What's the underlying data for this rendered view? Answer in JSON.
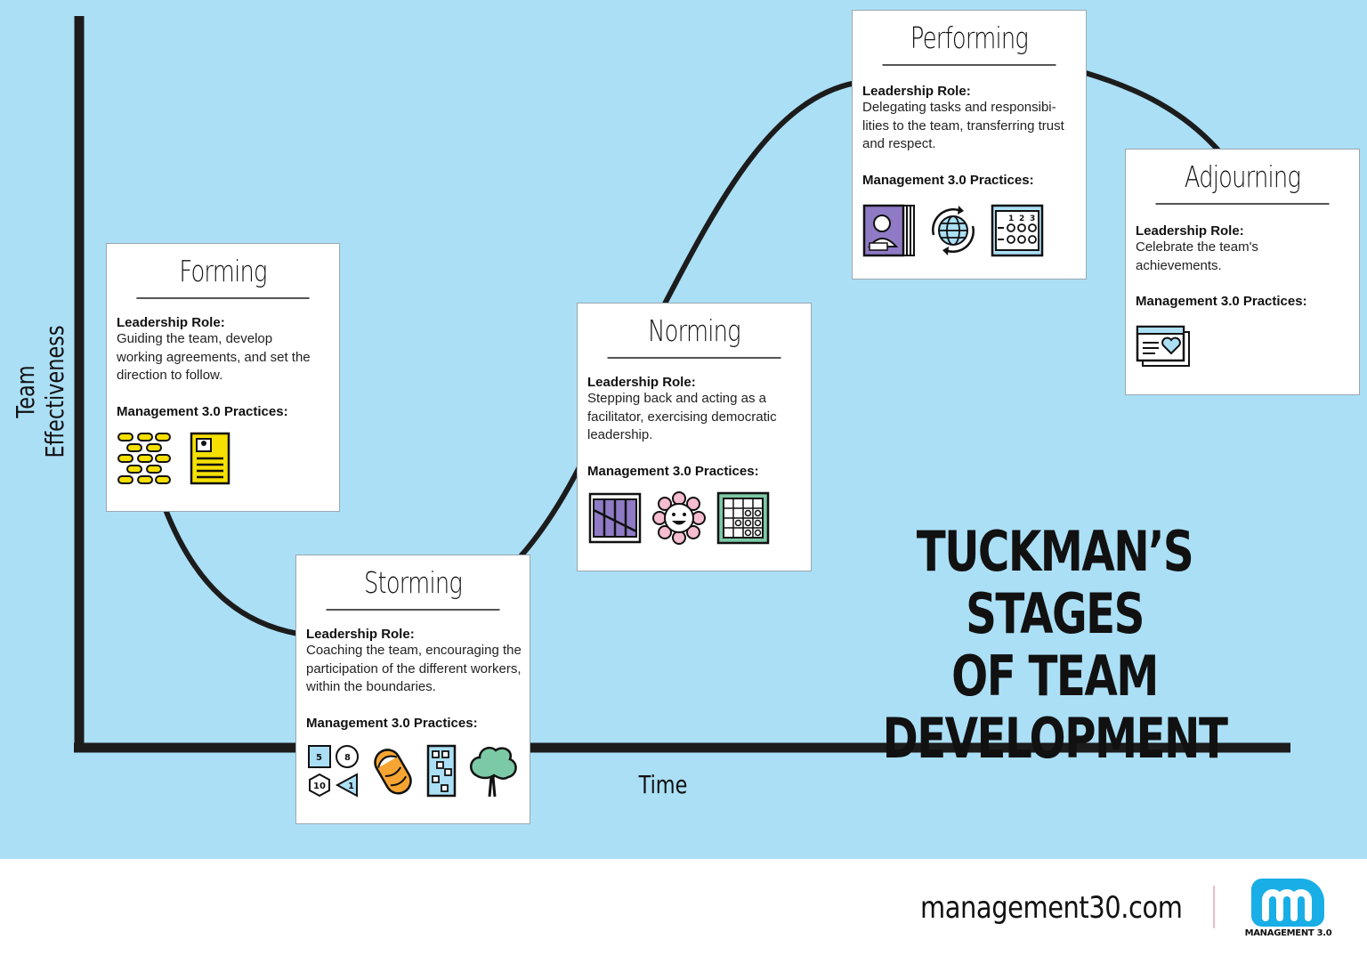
{
  "title": [
    "TUCKMAN’S STAGES",
    "OF TEAM DEVELOPMENT"
  ],
  "axes": {
    "y_label": "Team Effectiveness",
    "x_label": "Time"
  },
  "leadership_label": "Leadership Role:",
  "practices_label": "Management 3.0 Practices:",
  "stages": [
    {
      "name": "Forming",
      "role": "Guiding the team, develop working agreements, and set the direction to follow.",
      "icons": [
        "map-icon",
        "profile-card-icon"
      ]
    },
    {
      "name": "Storming",
      "role": "Coaching the team, encouraging the participation of the different workers, within the boundaries.",
      "icons": [
        "delegation-shapes-icon",
        "burrito-icon",
        "board-icon",
        "tree-icon"
      ]
    },
    {
      "name": "Norming",
      "role": "Stepping back and acting as a facilitator, exercising democratic leadership.",
      "icons": [
        "frames-icon",
        "happy-flower-icon",
        "grid-calendar-icon"
      ]
    },
    {
      "name": "Performing",
      "role": "Delegating tasks and responsibi-lities to the team, transferring trust and respect.",
      "icons": [
        "persona-cards-icon",
        "globe-cycle-icon",
        "number-board-icon"
      ]
    },
    {
      "name": "Adjourning",
      "role": "Celebrate the team's achievements.",
      "icons": [
        "kudo-card-icon"
      ]
    }
  ],
  "footer": {
    "url": "management30.com",
    "brand": "MANAGEMENT 3.0"
  },
  "colors": {
    "background": "#abdff6",
    "curve": "#1c1c1c",
    "brand": "#1aaee6",
    "accent_yellow": "#f5e000",
    "accent_purple": "#8f7ac6"
  }
}
